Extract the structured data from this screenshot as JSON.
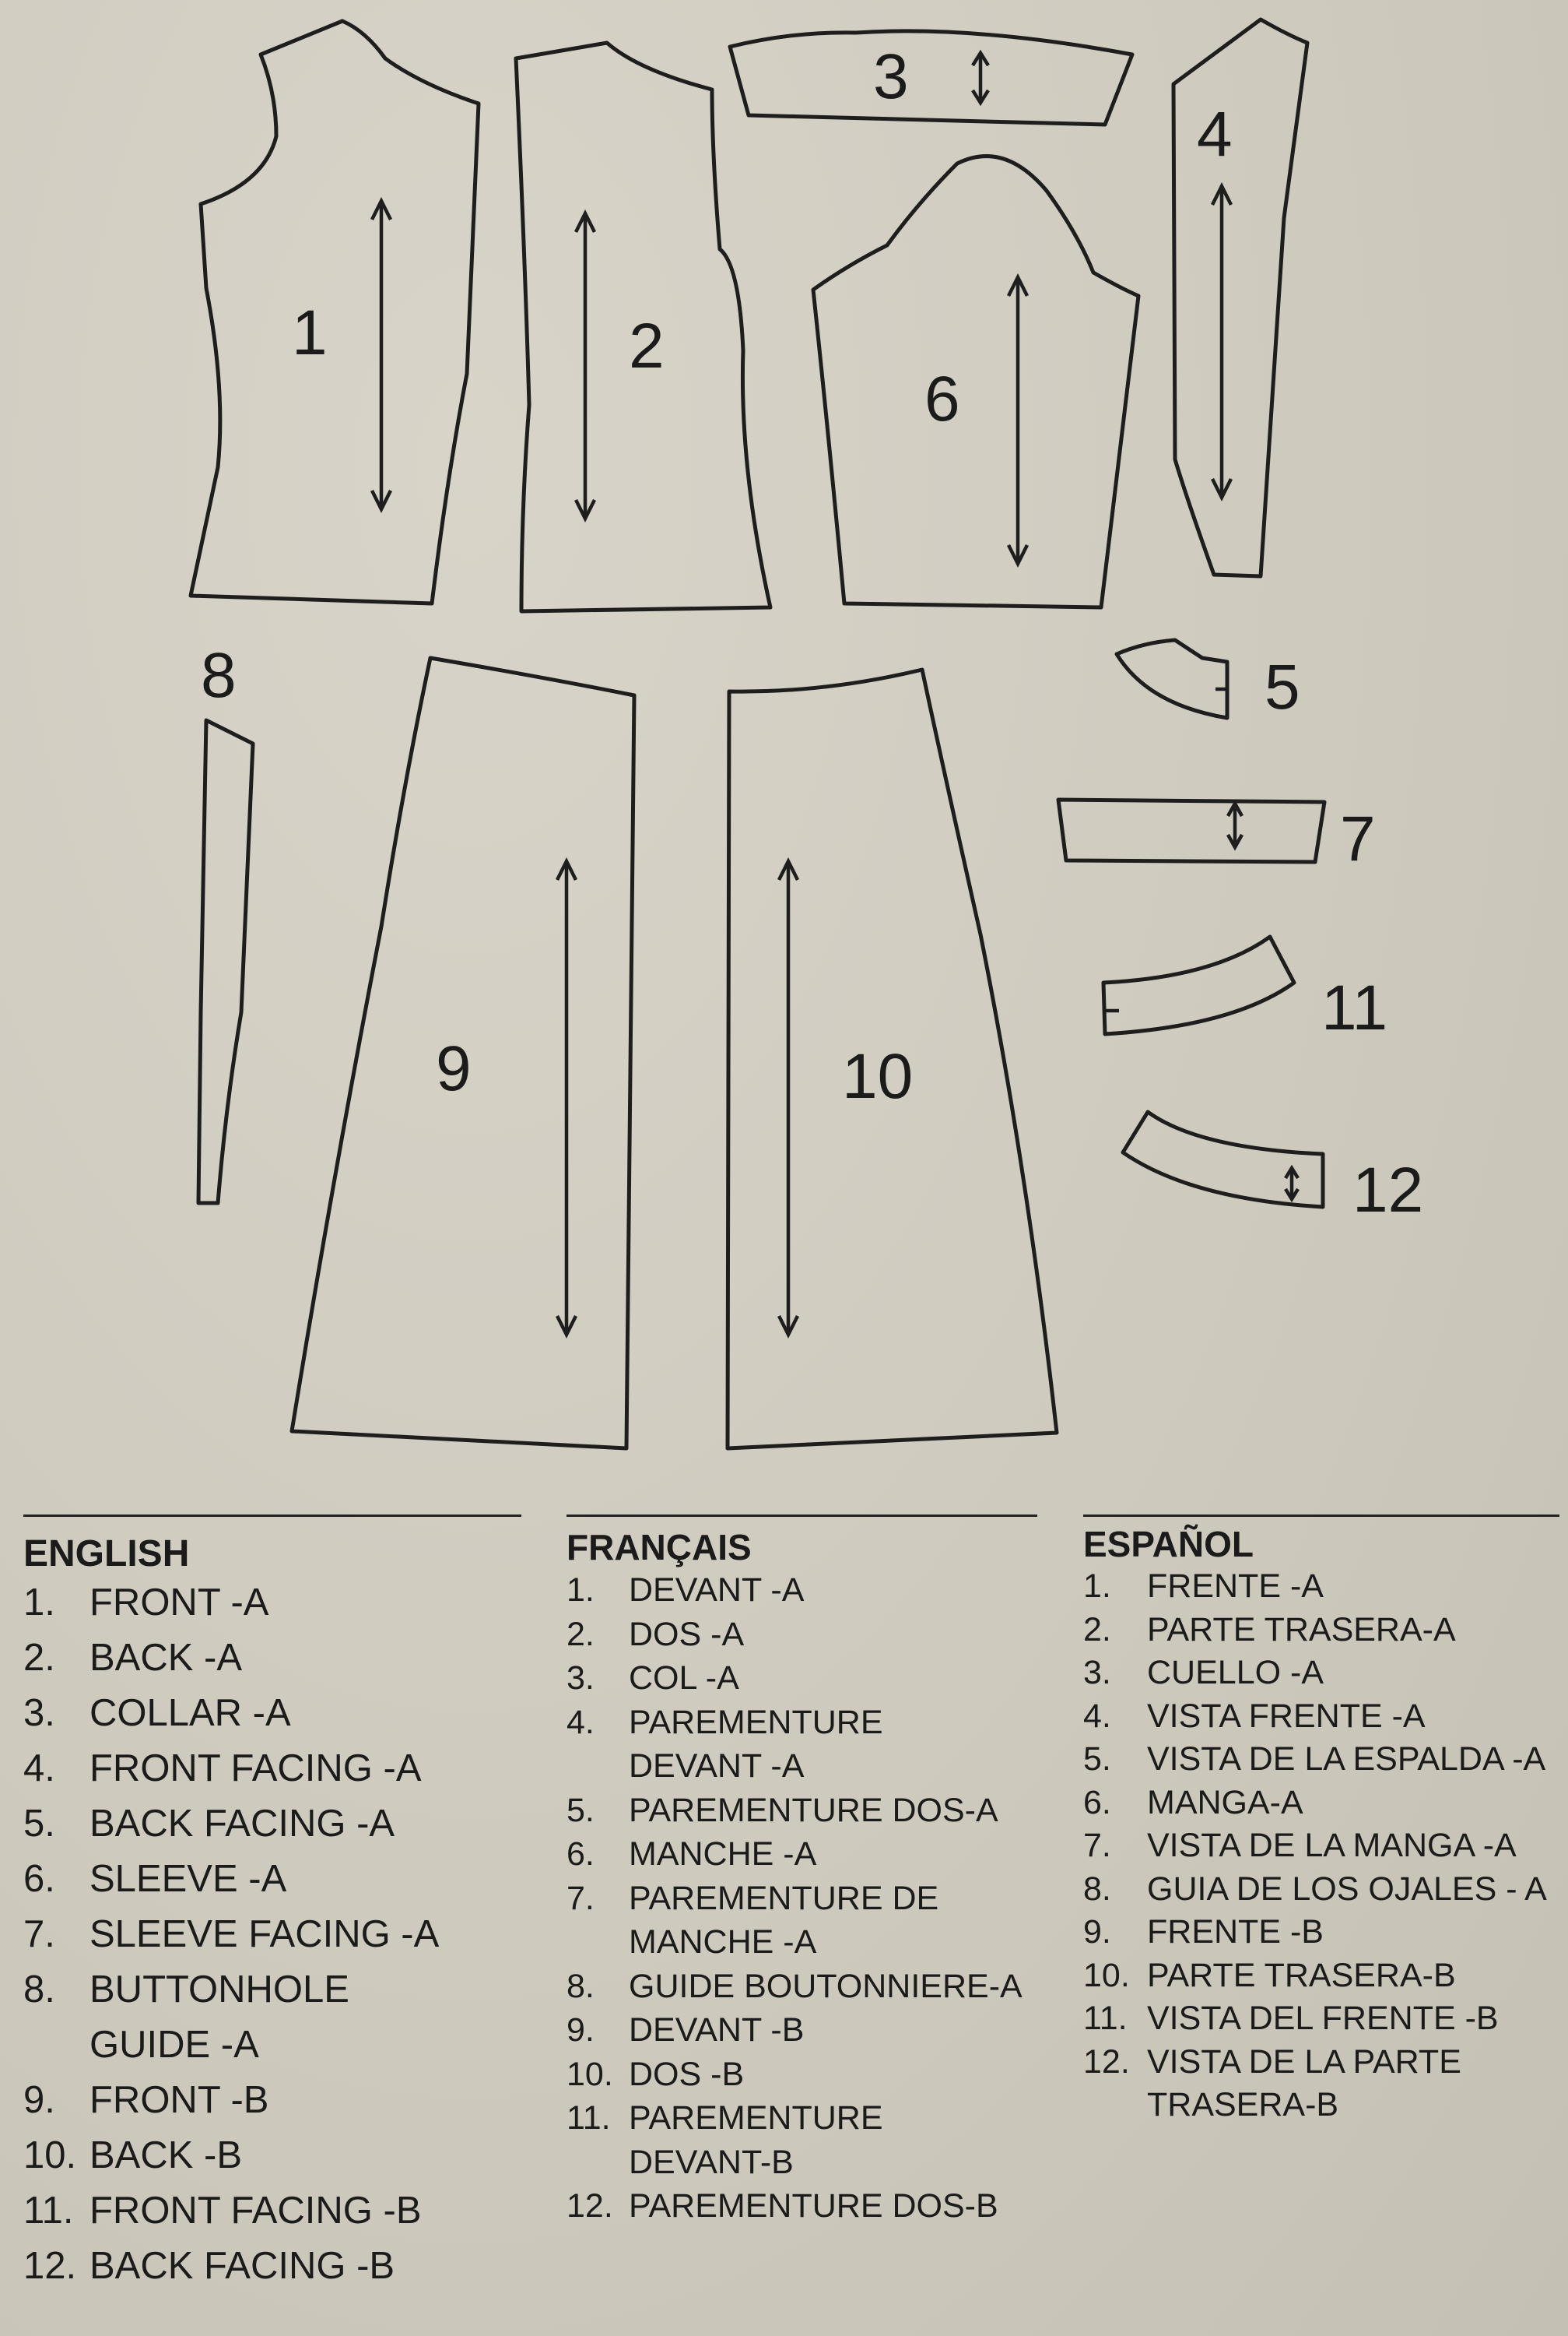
{
  "pieces": [
    {
      "number": "1"
    },
    {
      "number": "2"
    },
    {
      "number": "3"
    },
    {
      "number": "4"
    },
    {
      "number": "5"
    },
    {
      "number": "6"
    },
    {
      "number": "7"
    },
    {
      "number": "8"
    },
    {
      "number": "9"
    },
    {
      "number": "10"
    },
    {
      "number": "11"
    },
    {
      "number": "12"
    }
  ],
  "legend": {
    "english": {
      "heading": "ENGLISH",
      "items": [
        {
          "n": "1.",
          "text": "FRONT -A"
        },
        {
          "n": "2.",
          "text": "BACK -A"
        },
        {
          "n": "3.",
          "text": "COLLAR -A"
        },
        {
          "n": "4.",
          "text": "FRONT FACING -A"
        },
        {
          "n": "5.",
          "text": "BACK FACING -A"
        },
        {
          "n": "6.",
          "text": "SLEEVE -A"
        },
        {
          "n": "7.",
          "text": "SLEEVE FACING -A"
        },
        {
          "n": "8.",
          "text": "BUTTONHOLE GUIDE -A"
        },
        {
          "n": "9.",
          "text": "FRONT -B"
        },
        {
          "n": "10.",
          "text": "BACK -B"
        },
        {
          "n": "11.",
          "text": "FRONT FACING -B"
        },
        {
          "n": "12.",
          "text": "BACK FACING -B"
        }
      ]
    },
    "french": {
      "heading": "FRANÇAIS",
      "items": [
        {
          "n": "1.",
          "text": "DEVANT -A"
        },
        {
          "n": "2.",
          "text": "DOS -A"
        },
        {
          "n": "3.",
          "text": "COL -A"
        },
        {
          "n": "4.",
          "text": "PAREMENTURE DEVANT -A"
        },
        {
          "n": "5.",
          "text": "PAREMENTURE DOS-A"
        },
        {
          "n": "6.",
          "text": "MANCHE -A"
        },
        {
          "n": "7.",
          "text": "PAREMENTURE DE MANCHE -A"
        },
        {
          "n": "8.",
          "text": "GUIDE BOUTONNIERE-A"
        },
        {
          "n": "9.",
          "text": "DEVANT -B"
        },
        {
          "n": "10.",
          "text": "DOS -B"
        },
        {
          "n": "11.",
          "text": "PAREMENTURE DEVANT-B"
        },
        {
          "n": "12.",
          "text": "PAREMENTURE DOS-B"
        }
      ]
    },
    "spanish": {
      "heading": "ESPAÑOL",
      "items": [
        {
          "n": "1.",
          "text": "FRENTE -A"
        },
        {
          "n": "2.",
          "text": "PARTE TRASERA-A"
        },
        {
          "n": "3.",
          "text": "CUELLO -A"
        },
        {
          "n": "4.",
          "text": "VISTA FRENTE -A"
        },
        {
          "n": "5.",
          "text": "VISTA DE LA ESPALDA -A"
        },
        {
          "n": "6.",
          "text": "MANGA-A"
        },
        {
          "n": "7.",
          "text": "VISTA DE LA MANGA -A"
        },
        {
          "n": "8.",
          "text": "GUIA DE LOS OJALES - A"
        },
        {
          "n": "9.",
          "text": "FRENTE -B"
        },
        {
          "n": "10.",
          "text": "PARTE TRASERA-B"
        },
        {
          "n": "11.",
          "text": "VISTA DEL FRENTE -B"
        },
        {
          "n": "12.",
          "text": "VISTA DE LA PARTE TRASERA-B"
        }
      ]
    }
  }
}
